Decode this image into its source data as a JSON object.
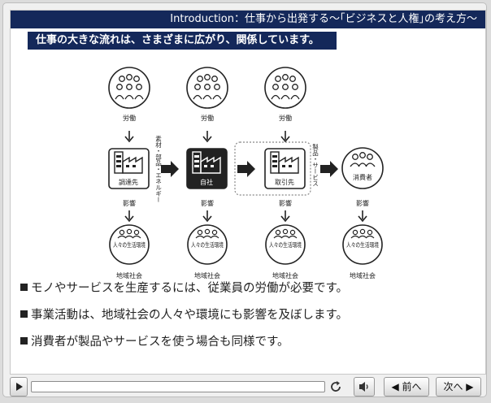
{
  "header": {
    "title": "Introduction：仕事から出発する〜｢ビジネスと人権｣の考え方〜"
  },
  "slide": {
    "heading": "仕事の大きな流れは、さまざまに広がり、関係しています。",
    "diagram": {
      "labor_label": "労働",
      "influence_label": "影響",
      "env_label": "人々の生活環境",
      "community_label": "地域社会",
      "companies": [
        "調達先",
        "自社",
        "取引先"
      ],
      "consumer_label": "消費者",
      "materials_label": "素材・部品・エネルギー",
      "products_label": "製品・サービス"
    },
    "bullets": [
      "モノやサービスを生産するには、従業員の労働が必要です。",
      "事業活動は、地域社会の人々や環境にも影響を及ぼします。",
      "消費者が製品やサービスを使う場合も同様です。"
    ]
  },
  "player": {
    "progress": 0,
    "prev_label": "前へ",
    "next_label": "次へ"
  }
}
